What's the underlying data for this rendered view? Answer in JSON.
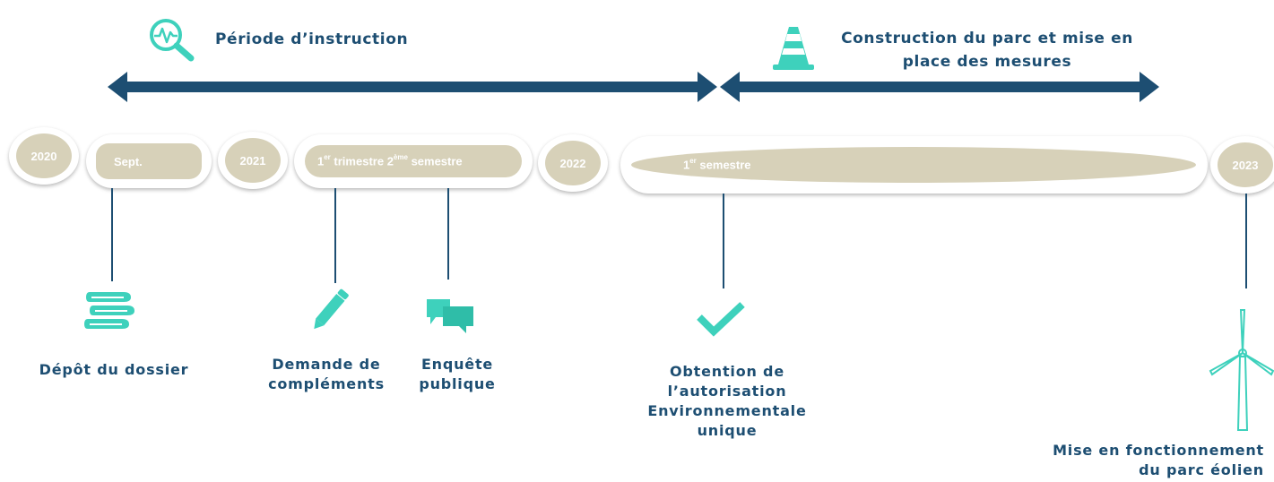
{
  "colors": {
    "arrow": "#1d4e72",
    "text": "#1d4e72",
    "accent": "#3ed1bc",
    "pill_fill": "#d7d1b9"
  },
  "phases": {
    "instruction": {
      "label": "Période d’instruction",
      "icon": "search-pulse-icon"
    },
    "construction": {
      "line1": "Construction du parc et mise en",
      "line2": "place des mesures",
      "icon": "traffic-cone-icon"
    }
  },
  "timeline": {
    "y2020": "2020",
    "sept": "Sept.",
    "y2021": "2021",
    "t1_sup": "er",
    "t1_word": "trimestre",
    "s2_sup": "ème",
    "s2_word": "semestre",
    "y2022": "2022",
    "s1_sup": "er",
    "s1_word": "semestre",
    "y2023": "2023",
    "num_1": "1",
    "num_2": "2"
  },
  "events": {
    "depot": {
      "label": "Dépôt du dossier",
      "icon": "books-icon"
    },
    "complements": {
      "line1": "Demande de",
      "line2": "compléments",
      "icon": "pencil-icon"
    },
    "enquete": {
      "line1": "Enquête",
      "line2": "publique",
      "icon": "chat-bubbles-icon"
    },
    "autorisation": {
      "line1": "Obtention de",
      "line2": "l’autorisation",
      "line3": "Environnementale",
      "line4": "unique",
      "icon": "checkmark-icon"
    },
    "fonctionnement": {
      "line1": "Mise en fonctionnement",
      "line2": "du parc éolien",
      "icon": "wind-turbine-icon"
    }
  }
}
